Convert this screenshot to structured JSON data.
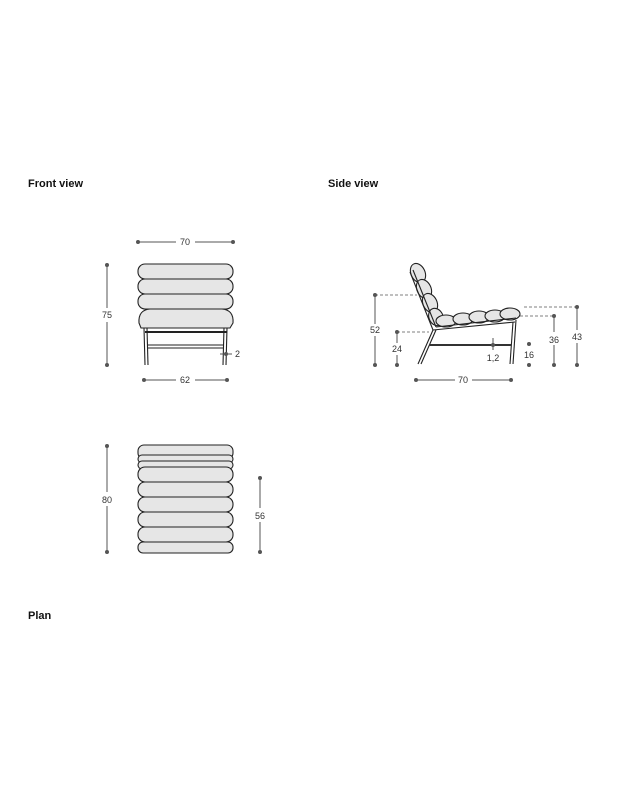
{
  "sections": {
    "front_view": {
      "title": "Front view"
    },
    "side_view": {
      "title": "Side view"
    },
    "plan": {
      "title": "Plan"
    }
  },
  "dimensions": {
    "front": {
      "width_top": "70",
      "height": "75",
      "width_bottom": "62",
      "leg": "2"
    },
    "side": {
      "back_height": "52",
      "arm_height": "24",
      "depth": "70",
      "stretcher": "1,2",
      "stretcher_height": "16",
      "seat_height": "36",
      "seat_top": "43"
    },
    "plan": {
      "depth": "80",
      "seat_depth": "56"
    }
  },
  "colors": {
    "line": "#222222",
    "cushion": "#e6e6e6",
    "dim": "#555555"
  }
}
